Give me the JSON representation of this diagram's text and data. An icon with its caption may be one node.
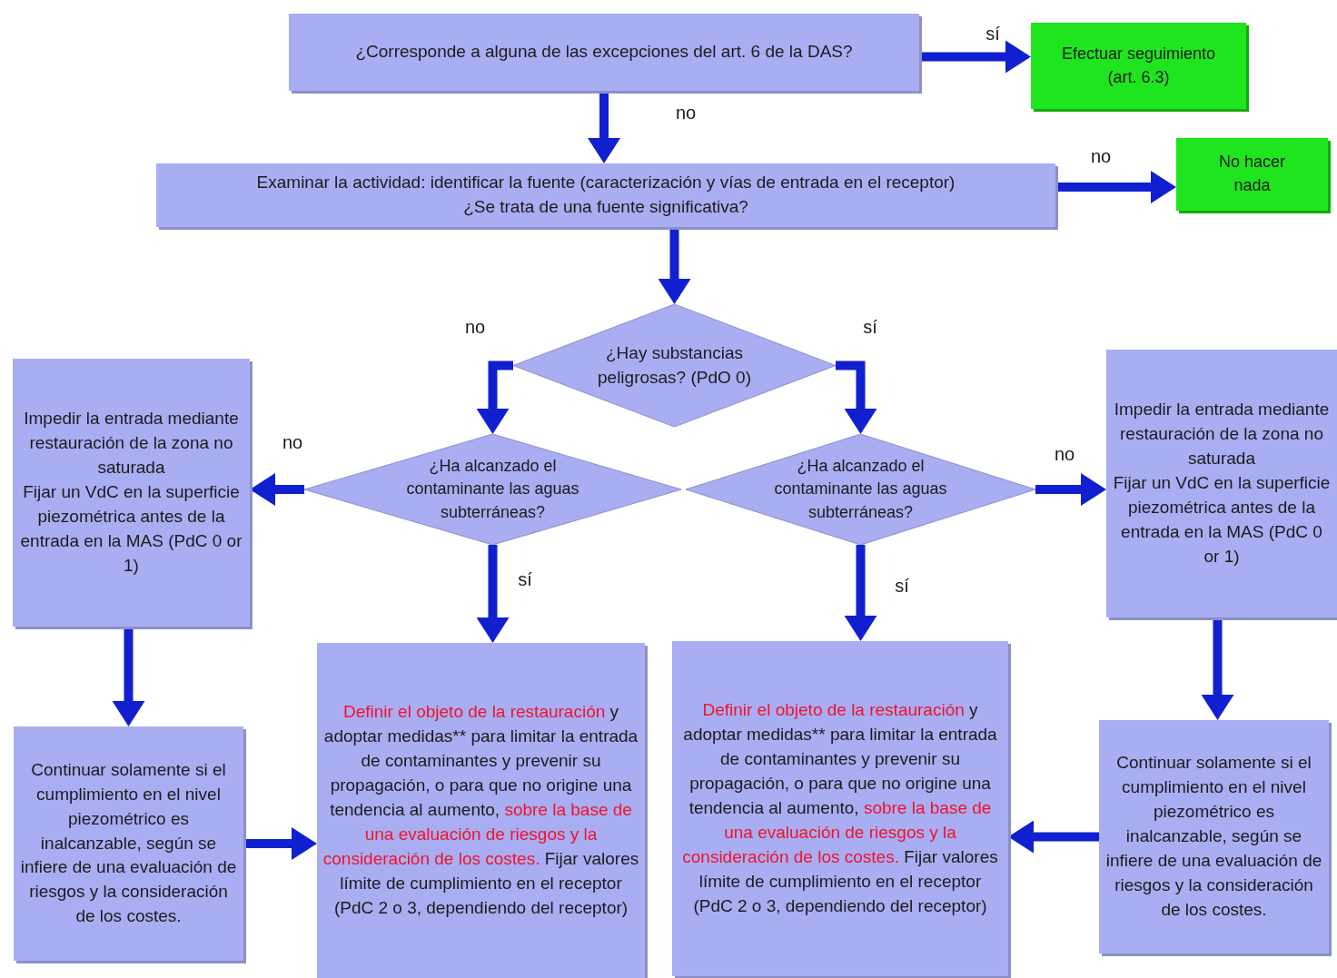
{
  "diagram": {
    "nodes": [
      {
        "text": [
          "¿Corresponde a alguna de las excepciones del art. 6 de la DAS?"
        ]
      },
      {
        "text": [
          "Efectuar seguimiento (art. 6.3)"
        ]
      },
      {
        "text": [
          "Examinar la actividad: identificar la fuente (caracterización y vías de entrada en el receptor)",
          "¿Se trata de una fuente significativa?"
        ]
      },
      {
        "text": [
          "No hacer nada"
        ]
      },
      {
        "text": [
          "¿Hay substancias peligrosas? (PdO 0)"
        ]
      },
      {
        "text": [
          "¿Ha alcanzado el contaminante las aguas subterráneas?"
        ]
      },
      {
        "text": [
          "¿Ha alcanzado el contaminante las aguas subterráneas?"
        ]
      },
      {
        "text": [
          "Impedir la entrada mediante restauración de la zona no saturada",
          "Fijar un VdC en la superficie piezométrica antes de la entrada en la MAS (PdC 0 or 1)"
        ]
      },
      {
        "text": [
          "Impedir la entrada mediante restauración de la zona no saturada",
          "Fijar un VdC en la superficie piezométrica antes de la entrada en la MAS (PdC 0 or 1)"
        ]
      },
      {
        "text": [
          "Continuar solamente si el cumplimiento en el nivel piezométrico es inalcanzable, según se infiere de una evaluación de riesgos y la consideración de los costes."
        ]
      },
      {
        "text": [
          "Definir el objeto de la restauración",
          "y adoptar medidas** para limitar la entrada de contaminantes y prevenir su propagación, o para que no origine una tendencia al aumento,",
          "sobre la base de una evaluación de riesgos y la consideración de los costes.",
          "Fijar valores límite de cumplimiento en el receptor (PdC 2 o 3, dependiendo del receptor)"
        ]
      },
      {
        "text": [
          "Definir el objeto de la restauración",
          "y adoptar medidas** para limitar la entrada de contaminantes y prevenir su propagación, o para que no origine una tendencia al aumento,",
          "sobre la base de una evaluación de riesgos y la consideración de los costes.",
          "Fijar valores límite de cumplimiento en el receptor (PdC 2 o 3, dependiendo del receptor)"
        ]
      },
      {
        "text": [
          "Continuar solamente si el cumplimiento en el nivel piezométrico es inalcanzable, según se infiere de una evaluación de riesgos y la consideración de los costes."
        ]
      }
    ],
    "edges": [
      {
        "from": 0,
        "to": 1,
        "arrow": "to",
        "label": "sí"
      },
      {
        "from": 0,
        "to": 2,
        "arrow": "to",
        "label": "no"
      },
      {
        "from": 2,
        "to": 3,
        "arrow": "to",
        "label": "no"
      },
      {
        "from": 2,
        "to": 4,
        "arrow": "to"
      },
      {
        "from": 4,
        "to": 5,
        "arrow": "to",
        "label": "no"
      },
      {
        "from": 4,
        "to": 6,
        "arrow": "to",
        "label": "sí"
      },
      {
        "from": 5,
        "to": 7,
        "arrow": "to",
        "label": "no"
      },
      {
        "from": 5,
        "to": 10,
        "arrow": "to",
        "label": "sí"
      },
      {
        "from": 6,
        "to": 8,
        "arrow": "to",
        "label": "no"
      },
      {
        "from": 6,
        "to": 11,
        "arrow": "to",
        "label": "sí"
      },
      {
        "from": 7,
        "to": 9,
        "arrow": "to"
      },
      {
        "from": 9,
        "to": 10,
        "arrow": "to"
      },
      {
        "from": 8,
        "to": 12,
        "arrow": "to"
      },
      {
        "from": 12,
        "to": 11,
        "arrow": "to"
      }
    ]
  }
}
